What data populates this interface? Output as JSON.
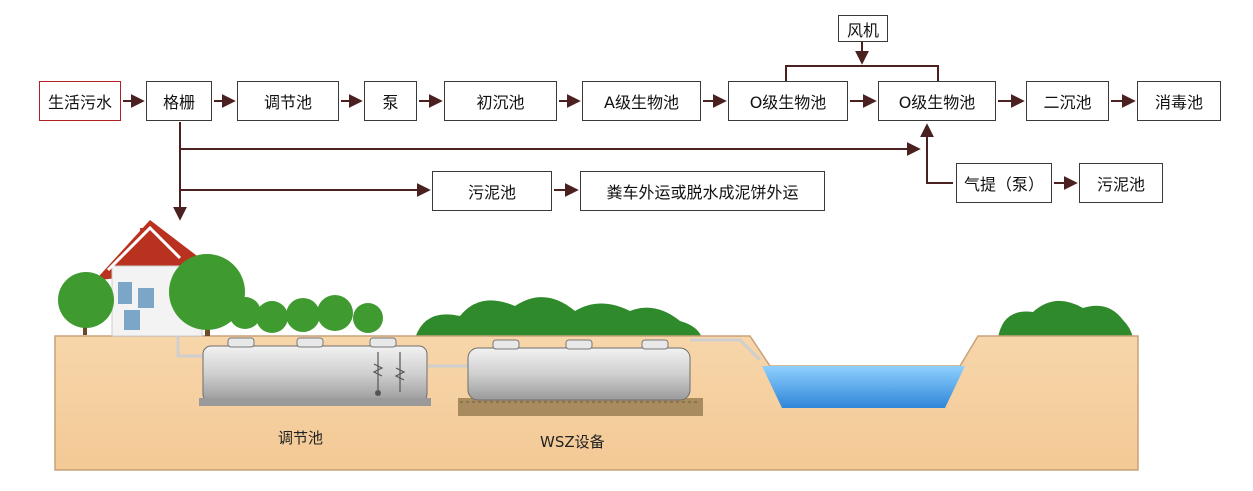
{
  "flow": {
    "main_row": [
      "生活污水",
      "格栅",
      "调节池",
      "泵",
      "初沉池",
      "A级生物池",
      "O级生物池",
      "O级生物池",
      "二沉池",
      "消毒池"
    ],
    "blower": "风机",
    "sludge_tank": "污泥池",
    "sludge_disposal": "粪车外运或脱水成泥饼外运",
    "airlift_pump": "气提（泵）",
    "sludge_tank_2": "污泥池"
  },
  "scene": {
    "tank_label": "调节池",
    "equipment_label": "WSZ设备"
  },
  "colors": {
    "arrow": "#4a2020",
    "soil": "#f6d3a6",
    "water": "#4aa6e8",
    "tank": "#d6d6d6",
    "tree": "#3f9a2f"
  }
}
